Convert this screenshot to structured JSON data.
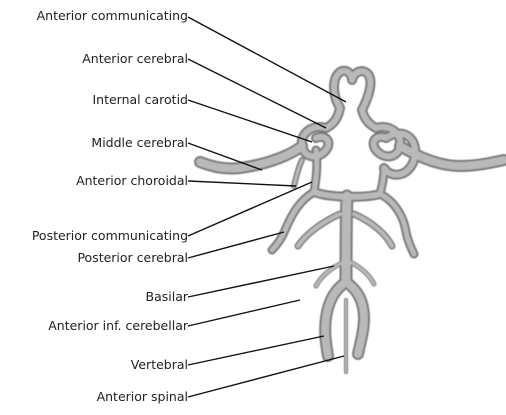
{
  "diagram": {
    "labels": [
      {
        "id": "anterior-communicating",
        "text": "Anterior communicating"
      },
      {
        "id": "anterior-cerebral",
        "text": "Anterior cerebral"
      },
      {
        "id": "internal-carotid",
        "text": "Internal carotid"
      },
      {
        "id": "middle-cerebral",
        "text": "Middle cerebral"
      },
      {
        "id": "anterior-choroidal",
        "text": "Anterior choroidal"
      },
      {
        "id": "posterior-communicating",
        "text": "Posterior communicating"
      },
      {
        "id": "posterior-cerebral",
        "text": "Posterior cerebral"
      },
      {
        "id": "basilar",
        "text": "Basilar"
      },
      {
        "id": "anterior-inf-cerebellar",
        "text": "Anterior inf. cerebellar"
      },
      {
        "id": "vertebral",
        "text": "Vertebral"
      },
      {
        "id": "anterior-spinal",
        "text": "Anterior spinal"
      }
    ],
    "colors": {
      "vessel_fill": "#b9b9b9",
      "vessel_edge": "#7a7a7a",
      "leader_line": "#111111",
      "text": "#222222"
    }
  }
}
